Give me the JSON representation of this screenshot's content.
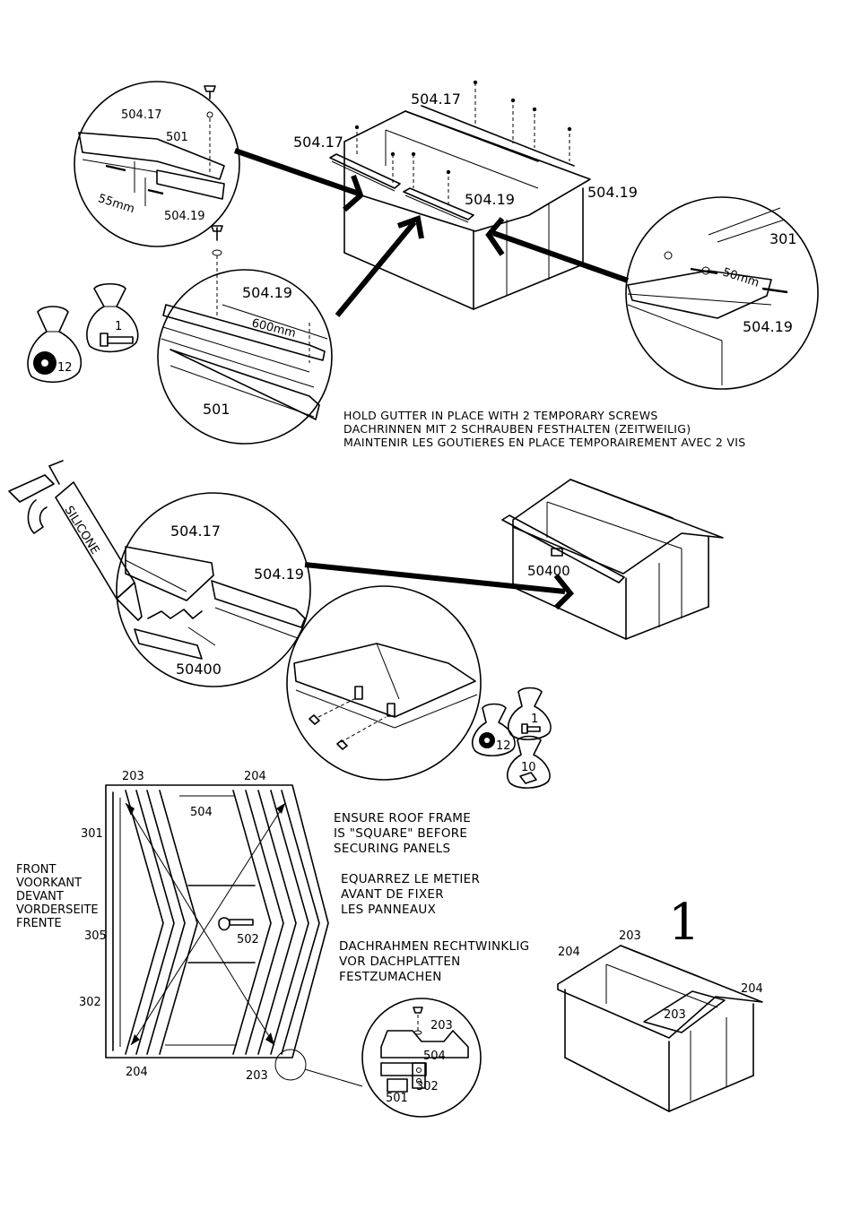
{
  "step": {
    "number": "1"
  },
  "parts": {
    "p504_17": "504.17",
    "p504_19": "504.19",
    "p501": "501",
    "p301": "301",
    "p50400": "50400",
    "p203": "203",
    "p204": "204",
    "p504": "504",
    "p305": "305",
    "p302": "302",
    "p502": "502"
  },
  "dimensions": {
    "d55": "55mm",
    "d600": "600mm",
    "d50": "50mm"
  },
  "bags": {
    "washers12": "12",
    "screws1": "1",
    "nuts10": "10"
  },
  "silicone": "SILICONE",
  "gutter_note": [
    "HOLD GUTTER IN PLACE WITH 2 TEMPORARY SCREWS",
    "DACHRINNEN MIT 2 SCHRAUBEN FESTHALTEN (ZEITWEILIG)",
    "MAINTENIR LES GOUTIERES EN PLACE TEMPORAIREMENT AVEC 2 VIS"
  ],
  "front_label": [
    "FRONT",
    "VOORKANT",
    "DEVANT",
    "VORDERSEITE",
    "FRENTE"
  ],
  "square_note": {
    "en": [
      "ENSURE ROOF FRAME",
      "IS \"SQUARE\" BEFORE",
      "SECURING PANELS"
    ],
    "fr": [
      "EQUARREZ LE METIER",
      "AVANT DE FIXER",
      "LES PANNEAUX"
    ],
    "de": [
      "DACHRAHMEN RECHTWINKLIG",
      "VOR DACHPLATTEN",
      "FESTZUMACHEN"
    ]
  }
}
